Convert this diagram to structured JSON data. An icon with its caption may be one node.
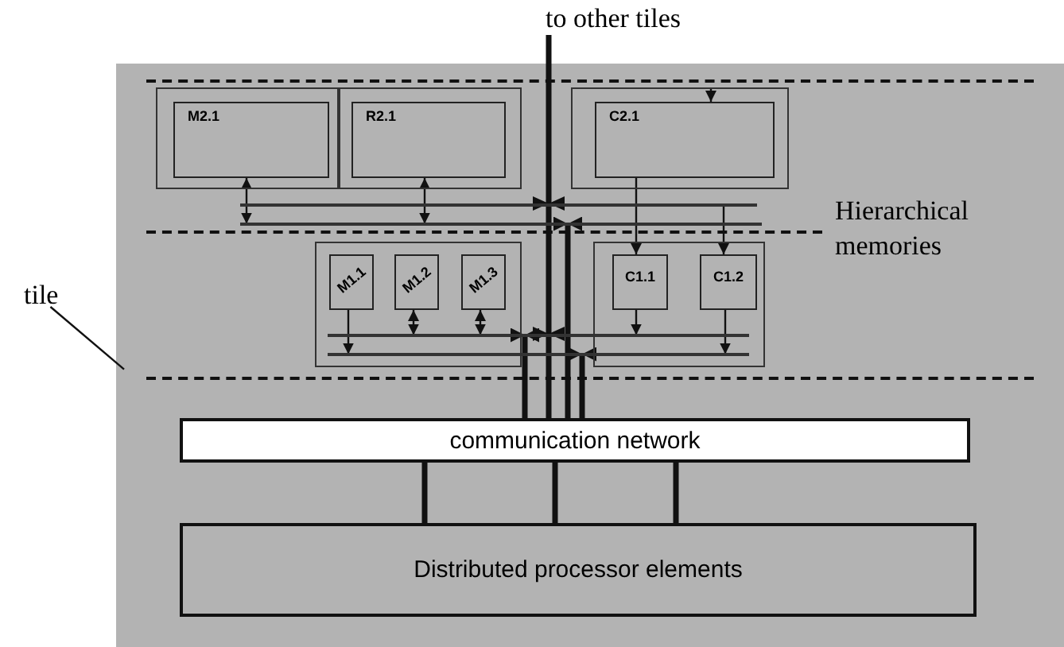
{
  "diagram": {
    "nodes": [
      {
        "text": [],
        "shape": "box"
      },
      {
        "text": [
          "to other tiles"
        ]
      },
      {
        "text": [],
        "shape": "box",
        "in": 0
      },
      {
        "text": [
          "M2.1"
        ],
        "in": 2
      },
      {
        "text": [],
        "shape": "box",
        "in": 0
      },
      {
        "text": [
          "R2.1"
        ],
        "in": 4
      },
      {
        "text": [],
        "shape": "box",
        "in": 0
      },
      {
        "text": [
          "C2.1"
        ],
        "in": 6
      },
      {
        "text": [],
        "shape": "box",
        "in": 0
      },
      {
        "text": [
          "M1.1"
        ],
        "in": 8
      },
      {
        "text": [
          "M1.2"
        ],
        "in": 8
      },
      {
        "text": [
          "M1.3"
        ],
        "in": 8
      },
      {
        "text": [],
        "shape": "box",
        "in": 0
      },
      {
        "text": [
          "C1.1"
        ],
        "in": 12
      },
      {
        "text": [
          "C1.2"
        ],
        "in": 12
      },
      {
        "text": [
          "communication network"
        ],
        "in": 0
      },
      {
        "text": [
          "Distributed processor elements"
        ],
        "in": 0
      },
      {
        "text": [
          "tile"
        ]
      },
      {
        "text": [],
        "shape": "line",
        "in": 0
      },
      {
        "text": [],
        "shape": "line",
        "in": 0
      },
      {
        "text": [],
        "shape": "line",
        "in": 0
      },
      {
        "text": [],
        "shape": "line",
        "in": 0
      }
    ],
    "edges": [
      {
        "from": 17,
        "to": 0,
        "arrow": "none"
      },
      {
        "from": null,
        "to": 7,
        "arrow": "to"
      },
      {
        "from": 3,
        "to": 19,
        "arrow": "both"
      },
      {
        "from": 5,
        "to": 19,
        "arrow": "both"
      },
      {
        "from": 7,
        "to": 13,
        "arrow": "to"
      },
      {
        "from": 18,
        "to": 14,
        "arrow": "to"
      },
      {
        "from": 9,
        "to": 21,
        "arrow": "to"
      },
      {
        "from": 10,
        "to": 20,
        "arrow": "both"
      },
      {
        "from": 11,
        "to": 20,
        "arrow": "both"
      },
      {
        "from": 13,
        "to": 20,
        "arrow": "to"
      },
      {
        "from": 14,
        "to": 21,
        "arrow": "to"
      },
      {
        "from": 1,
        "to": 15,
        "arrow": "none",
        "style": "thick"
      },
      {
        "from": 15,
        "to": 20,
        "arrow": "to",
        "style": "thick"
      },
      {
        "from": 15,
        "to": 19,
        "arrow": "to",
        "style": "thick"
      },
      {
        "from": 15,
        "to": 21,
        "arrow": "to",
        "style": "thick"
      },
      {
        "from": 15,
        "to": 16,
        "arrow": "none",
        "style": "thick"
      },
      {
        "from": 15,
        "to": 16,
        "arrow": "none",
        "style": "thick"
      },
      {
        "from": 15,
        "to": 16,
        "arrow": "none",
        "style": "thick"
      }
    ],
    "labels": [
      "Hierarchical memories"
    ]
  }
}
